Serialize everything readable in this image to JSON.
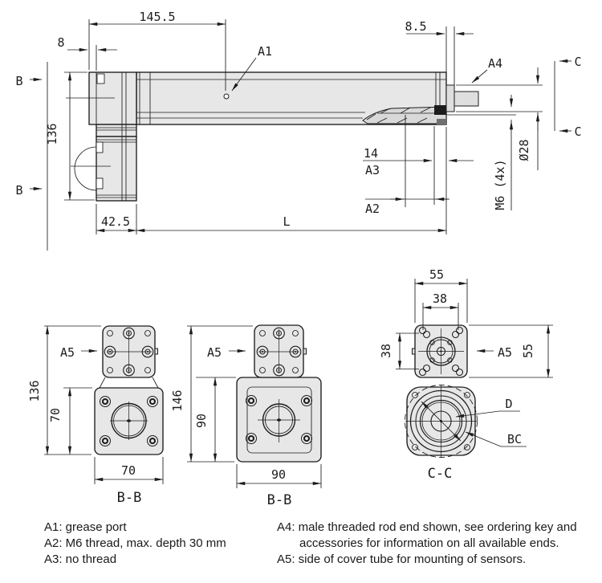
{
  "title": "linear actuator dimensional drawing",
  "colors": {
    "line": "#1c1c1c",
    "body_fill": "#e7e7e7",
    "accent_fill": "#dedede",
    "background": "#ffffff"
  },
  "main_view": {
    "d145_5": "145.5",
    "d8": "8",
    "d8_5": "8.5",
    "d136": "136",
    "d42_5": "42.5",
    "dL": "L",
    "d14": "14",
    "dM6": "M6 (4x)",
    "d28": "Ø28",
    "a1": "A1",
    "a2": "A2",
    "a3": "A3",
    "a4": "A4",
    "b": "B",
    "c": "C"
  },
  "bb_small": {
    "d136": "136",
    "d70v": "70",
    "d70h": "70",
    "a5": "A5",
    "caption": "B-B"
  },
  "bb_large": {
    "d146": "146",
    "d90v": "90",
    "d90h": "90",
    "a5": "A5",
    "caption": "B-B"
  },
  "cc": {
    "d55t": "55",
    "d38t": "38",
    "d38l": "38",
    "d55r": "55",
    "a5": "A5",
    "d": "D",
    "bc": "BC",
    "caption": "C-C"
  },
  "notes": {
    "a1": "A1: grease port",
    "a2": "A2: M6 thread, max. depth 30 mm",
    "a3": "A3: no thread",
    "a4_line1": "A4: male threaded rod end shown, see ordering key and",
    "a4_line2": "accessories for information on all available ends.",
    "a5": "A5: side of cover tube for mounting of sensors."
  }
}
